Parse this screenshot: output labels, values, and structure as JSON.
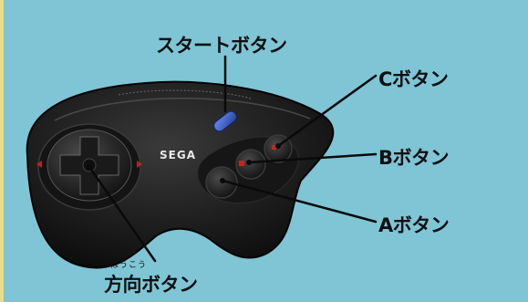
{
  "labels": {
    "start_button": "スタートボタン",
    "c_button": "Cボタン",
    "b_button": "Bボタン",
    "a_button": "Aボタン",
    "dpad": "方向ボタン",
    "dpad_ruby": "ほうこう"
  },
  "controller": {
    "brand": "SEGA"
  },
  "colors": {
    "background": "#7fc5d6",
    "border": "#e9de86",
    "controller_body": "#1c1c1c",
    "start_button": "#3557b8",
    "leader_line": "#0a0a0a"
  }
}
